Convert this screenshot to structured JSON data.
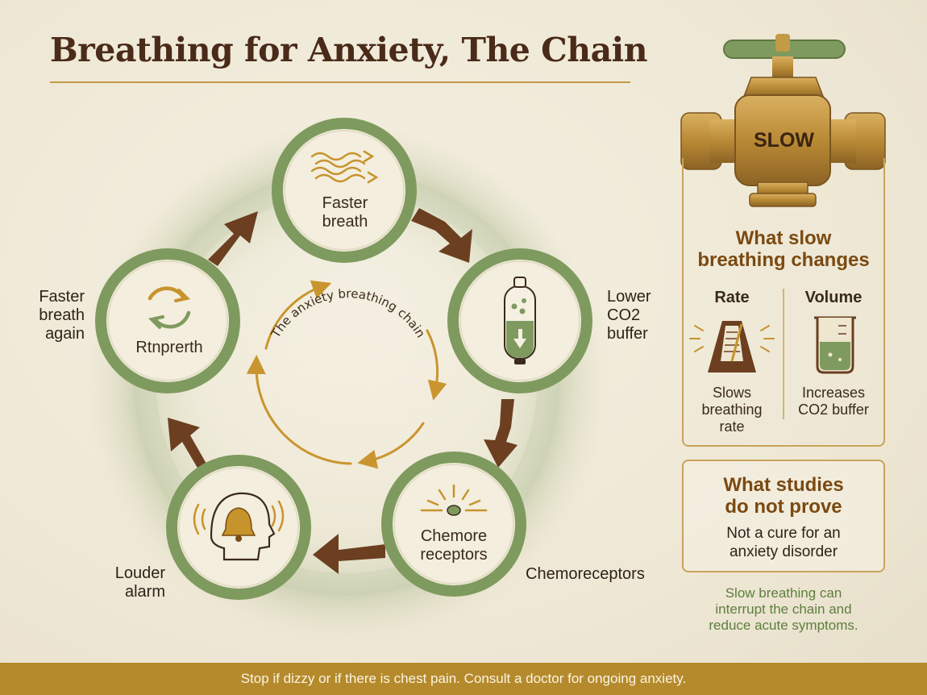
{
  "title": "Breathing for Anxiety, The Chain",
  "cycle": {
    "center_label": "The anxiety breathing chain",
    "nodes": [
      {
        "id": "faster-breath",
        "lines": [
          "Faster",
          "breath"
        ],
        "icon": "wavy-lines-icon"
      },
      {
        "id": "co2",
        "icon": "co2-canister-icon"
      },
      {
        "id": "chemoreceptors",
        "lines": [
          "Chemore",
          "receptors"
        ],
        "icon": "sensor-alarm-icon"
      },
      {
        "id": "alarm",
        "icon": "head-bell-icon"
      },
      {
        "id": "repeat",
        "lines": [
          "Rtnprerth"
        ],
        "icon": "cycle-arrows-icon"
      }
    ],
    "outer_labels": {
      "faster_again": [
        "Faster",
        "breath",
        "again"
      ],
      "lower_co2": [
        "Lower",
        "CO2",
        "buffer"
      ],
      "chemoreceptors": "Chemoreceptors",
      "louder_alarm": [
        "Louder",
        "alarm"
      ]
    }
  },
  "valve": {
    "label": "SLOW"
  },
  "changes_panel": {
    "heading": [
      "What slow",
      "breathing changes"
    ],
    "columns": [
      {
        "head": "Rate",
        "icon": "metronome-icon",
        "text": [
          "Slows",
          "breathing",
          "rate"
        ]
      },
      {
        "head": "Volume",
        "icon": "beaker-icon",
        "text": [
          "Increases",
          "CO2 buffer"
        ]
      }
    ]
  },
  "limits_panel": {
    "heading": [
      "What studies",
      "do not prove"
    ],
    "text": [
      "Not a cure for an",
      "anxiety disorder"
    ]
  },
  "note": [
    "Slow breathing can",
    "interrupt the chain and",
    "reduce acute symptoms."
  ],
  "footer": "Stop if dizzy or if there is chest pain. Consult a doctor for ongoing anxiety.",
  "colors": {
    "ring_green": "#7f9a5e",
    "arrow_brown": "#6b3f20",
    "gold": "#c39a45",
    "inner_arrow": "#c9952e"
  }
}
